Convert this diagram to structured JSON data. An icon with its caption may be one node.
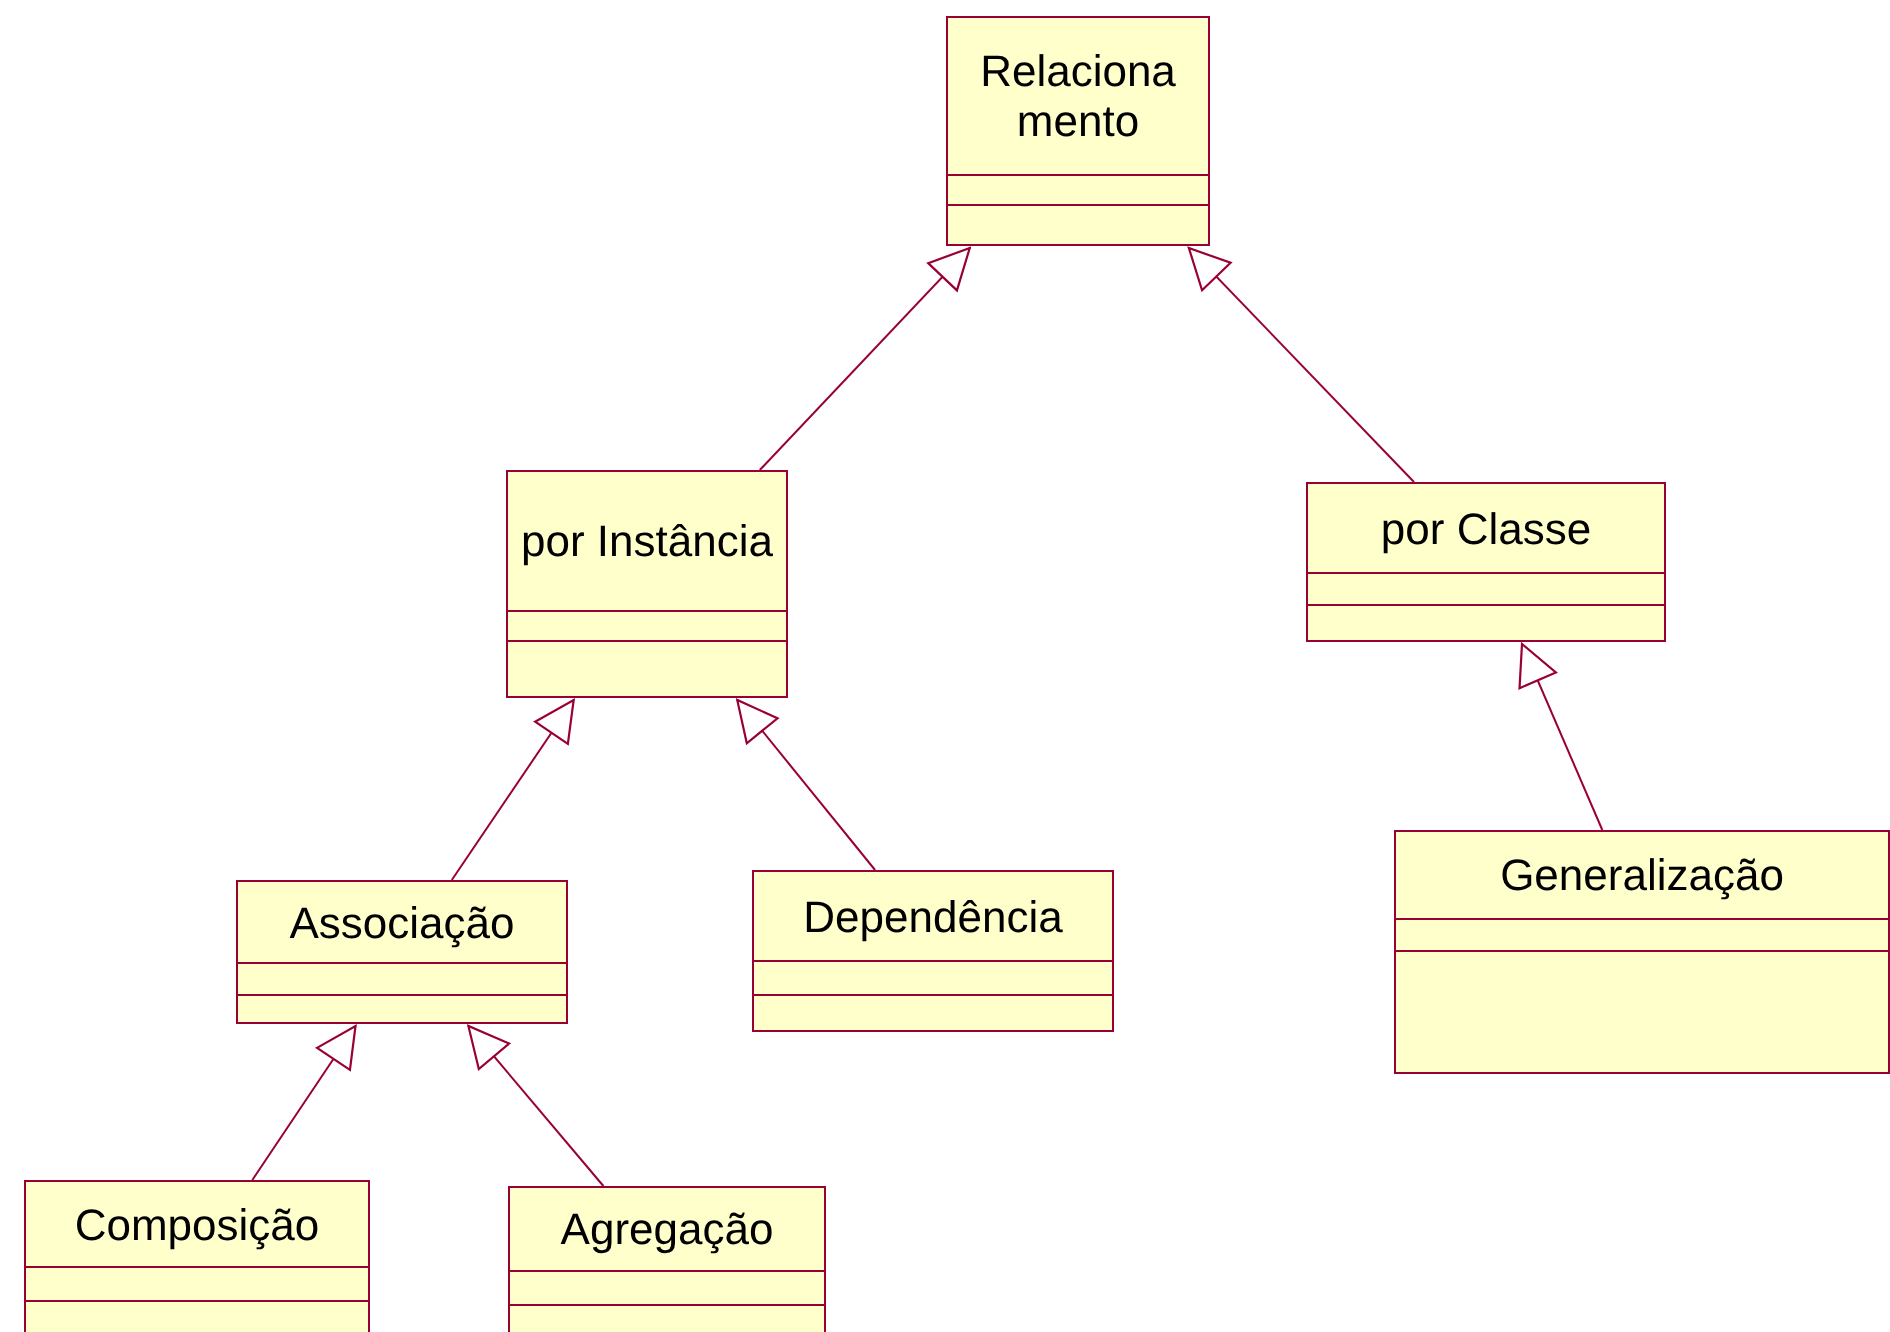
{
  "diagram": {
    "nodes": [
      {
        "text": [
          "Relaciona mento"
        ]
      },
      {
        "text": [
          "por Instância"
        ]
      },
      {
        "text": [
          "por Classe"
        ]
      },
      {
        "text": [
          "Associação"
        ]
      },
      {
        "text": [
          "Dependência"
        ]
      },
      {
        "text": [
          "Generalização"
        ]
      },
      {
        "text": [
          "Composição"
        ]
      },
      {
        "text": [
          "Agregação"
        ]
      }
    ],
    "edges": [
      {
        "from": 1,
        "to": 0,
        "arrow": "to"
      },
      {
        "from": 2,
        "to": 0,
        "arrow": "to"
      },
      {
        "from": 3,
        "to": 1,
        "arrow": "to"
      },
      {
        "from": 4,
        "to": 1,
        "arrow": "to"
      },
      {
        "from": 5,
        "to": 2,
        "arrow": "to"
      },
      {
        "from": 6,
        "to": 3,
        "arrow": "to"
      },
      {
        "from": 7,
        "to": 3,
        "arrow": "to"
      }
    ]
  }
}
